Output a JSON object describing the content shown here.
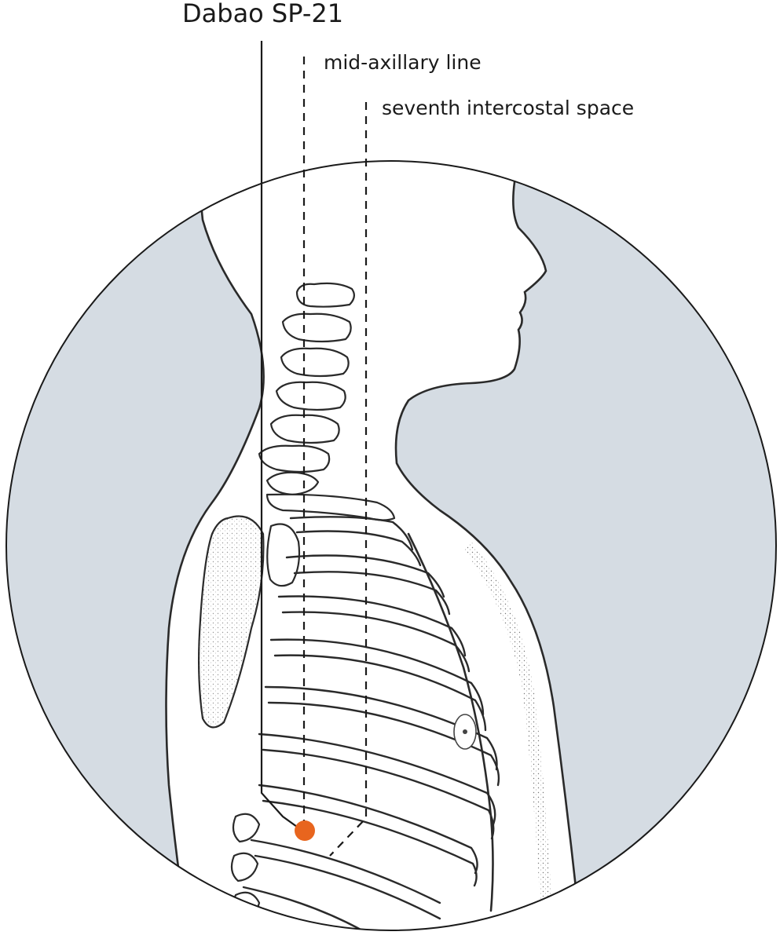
{
  "labels": {
    "point_name": "Dabao SP-21",
    "midaxillary": "mid-axillary line",
    "intercostal": "seventh intercostal space"
  },
  "colors": {
    "background_fill": "#d5dce3",
    "point_marker": "#e8651e",
    "line": "#1a1a1a"
  },
  "icons": {
    "point_marker": "acupoint-dot-icon"
  }
}
